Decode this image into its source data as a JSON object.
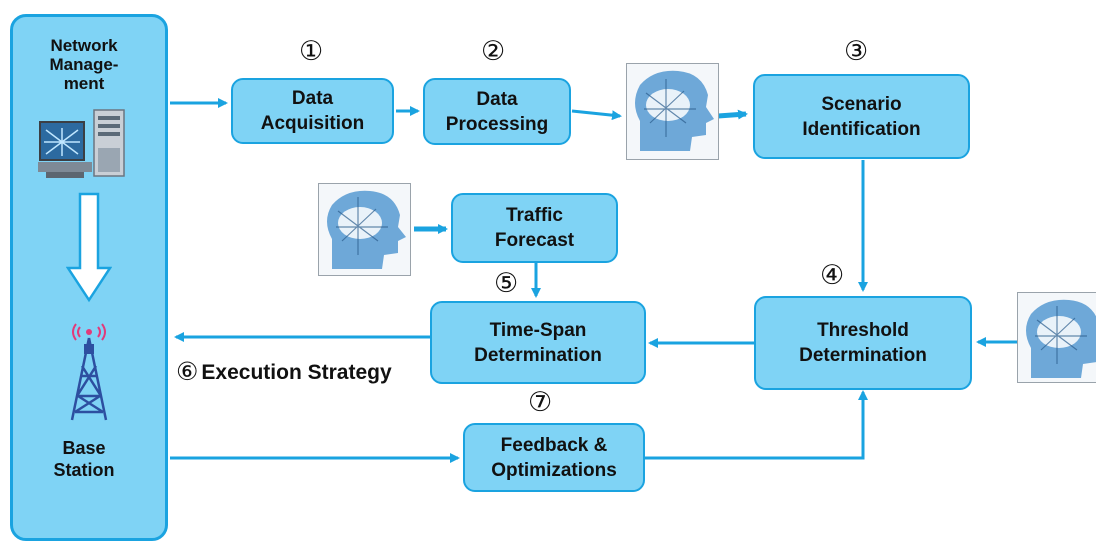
{
  "network_management": {
    "line1": "Network",
    "line2": "Manage-",
    "line3": "ment"
  },
  "base_station": {
    "line1": "Base",
    "line2": "Station"
  },
  "steps": {
    "data_acquisition": {
      "num": "①",
      "line1": "Data",
      "line2": "Acquisition"
    },
    "data_processing": {
      "num": "②",
      "line1": "Data",
      "line2": "Processing"
    },
    "scenario_identification": {
      "num": "③",
      "line1": "Scenario",
      "line2": "Identification"
    },
    "threshold_determination": {
      "num": "④",
      "line1": "Threshold",
      "line2": "Determination"
    },
    "time_span_determination": {
      "num": "⑤",
      "line1": "Time-Span",
      "line2": "Determination"
    },
    "execution_strategy": {
      "num": "⑥",
      "label": "Execution Strategy"
    },
    "feedback_optimizations": {
      "num": "⑦",
      "line1": "Feedback &",
      "line2": "Optimizations"
    },
    "traffic_forecast": {
      "line1": "Traffic",
      "line2": "Forecast"
    }
  },
  "colors": {
    "box_fill": "#7fd3f5",
    "box_border": "#1aa3e0",
    "arrow": "#1aa3e0"
  },
  "icons": [
    "server-computer-icon",
    "down-arrow-icon",
    "cell-tower-icon",
    "ai-brain-icon"
  ]
}
